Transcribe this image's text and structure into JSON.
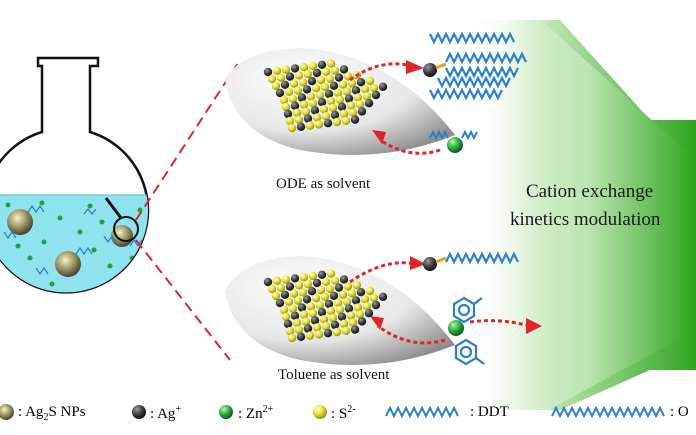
{
  "panels": {
    "top_solvent": "ODE as solvent",
    "bottom_solvent": "Toluene as solvent"
  },
  "big_arrow": {
    "line1": "Cation exchange",
    "line2": "kinetics modulation"
  },
  "legend": {
    "np_label_prefix": ": Ag",
    "np_label_sub": "2",
    "np_label_suffix": "S NPs",
    "ag_label": ": Ag",
    "ag_sup": "+",
    "zn_label": ": Zn",
    "zn_sup": "2+",
    "s_label": ": S",
    "s_sup": "2-",
    "ddt_label": ": DDT",
    "ode_label": ": O"
  },
  "colors": {
    "ag": "#3a3a3a",
    "zn": "#22a33a",
    "s": "#e6e23a",
    "ligand": "#2f7fc4",
    "solution": "#8ee3ee",
    "arrow_green": "#3db52b",
    "dashed_red": "#e0242b"
  }
}
